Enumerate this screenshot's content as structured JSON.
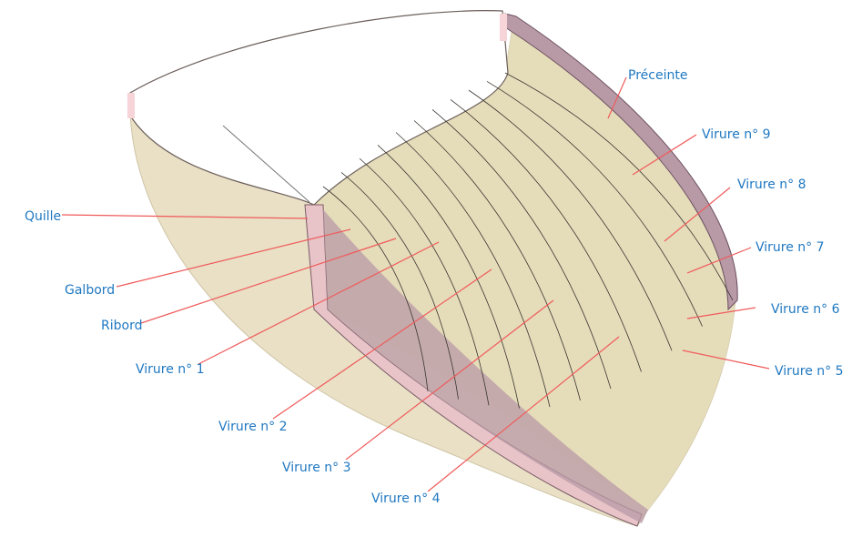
{
  "labels": {
    "preceinte": "Préceinte",
    "virure9": "Virure n° 9",
    "virure8": "Virure n° 8",
    "virure7": "Virure n° 7",
    "virure6": "Virure n° 6",
    "virure5": "Virure n° 5",
    "quille": "Quille",
    "galbord": "Galbord",
    "ribord": "Ribord",
    "virure1": "Virure n° 1",
    "virure2": "Virure n° 2",
    "virure3": "Virure n° 3",
    "virure4": "Virure n° 4"
  },
  "colors": {
    "label": "#1f78c1",
    "leader": "#f05a5a",
    "hull": "#e9e0c6",
    "keel": "#b89aa6"
  }
}
